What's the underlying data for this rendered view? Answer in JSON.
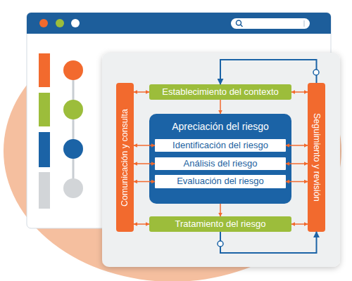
{
  "diagram": {
    "nodes": [
      {
        "text": [
          "Comunicación y consulta"
        ]
      },
      {
        "text": [
          "Establecimiento del contexto"
        ]
      },
      {
        "text": [
          "Apreciación del riesgo"
        ]
      },
      {
        "text": [
          "Identificación del riesgo"
        ],
        "in": 2
      },
      {
        "text": [
          "Análisis del riesgo"
        ],
        "in": 2
      },
      {
        "text": [
          "Evaluación del riesgo"
        ],
        "in": 2
      },
      {
        "text": [
          "Tratamiento del riesgo"
        ]
      },
      {
        "text": [
          "Seguimiento y revisión"
        ]
      }
    ],
    "edges": [
      {
        "from": 1,
        "to": 2,
        "arrow": "to"
      },
      {
        "from": 2,
        "to": 6,
        "arrow": "to"
      },
      {
        "from": 0,
        "to": 1,
        "arrow": "both"
      },
      {
        "from": 0,
        "to": 3,
        "arrow": "both"
      },
      {
        "from": 0,
        "to": 4,
        "arrow": "both"
      },
      {
        "from": 0,
        "to": 5,
        "arrow": "both"
      },
      {
        "from": 0,
        "to": 6,
        "arrow": "both"
      },
      {
        "from": 1,
        "to": 7,
        "arrow": "both"
      },
      {
        "from": 3,
        "to": 7,
        "arrow": "both"
      },
      {
        "from": 4,
        "to": 7,
        "arrow": "both"
      },
      {
        "from": 5,
        "to": 7,
        "arrow": "both"
      },
      {
        "from": 6,
        "to": 7,
        "arrow": "both"
      },
      {
        "from": 7,
        "to": 1,
        "arrow": "to"
      },
      {
        "from": 6,
        "to": 7,
        "arrow": "to"
      }
    ]
  }
}
